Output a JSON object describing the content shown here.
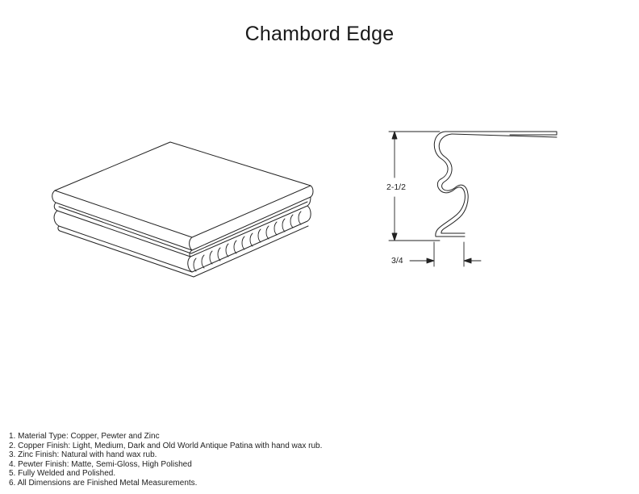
{
  "title": "Chambord Edge",
  "dimensions": {
    "height": "2-1/2",
    "width": "3/4"
  },
  "notes": [
    "1. Material Type: Copper, Pewter and Zinc",
    "2. Copper Finish: Light, Medium, Dark and Old World Antique Patina with hand wax rub.",
    "3. Zinc Finish: Natural with hand wax rub.",
    "4. Pewter Finish: Matte, Semi-Gloss, High Polished",
    "5. Fully Welded and Polished.",
    "6. All Dimensions are Finished Metal Measurements."
  ]
}
